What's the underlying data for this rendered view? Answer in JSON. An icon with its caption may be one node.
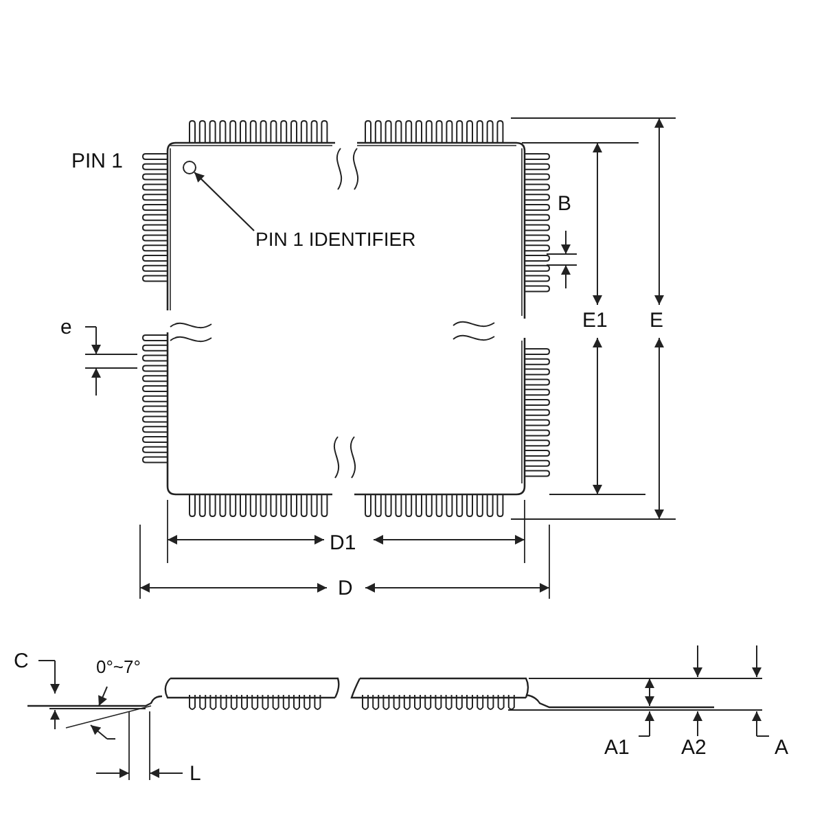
{
  "diagram": {
    "nodes": [
      {
        "text": [
          "PIN 1 IDENTIFIER"
        ]
      },
      {
        "text": [],
        "shape": "circle"
      }
    ],
    "edges": [
      {
        "from": 0,
        "to": 1,
        "arrow": "to"
      }
    ],
    "labels": [
      "PIN 1",
      "B",
      "e",
      "E1",
      "E",
      "D1",
      "D",
      "C",
      "0°~7°",
      "L",
      "A1",
      "A2",
      "A"
    ]
  }
}
